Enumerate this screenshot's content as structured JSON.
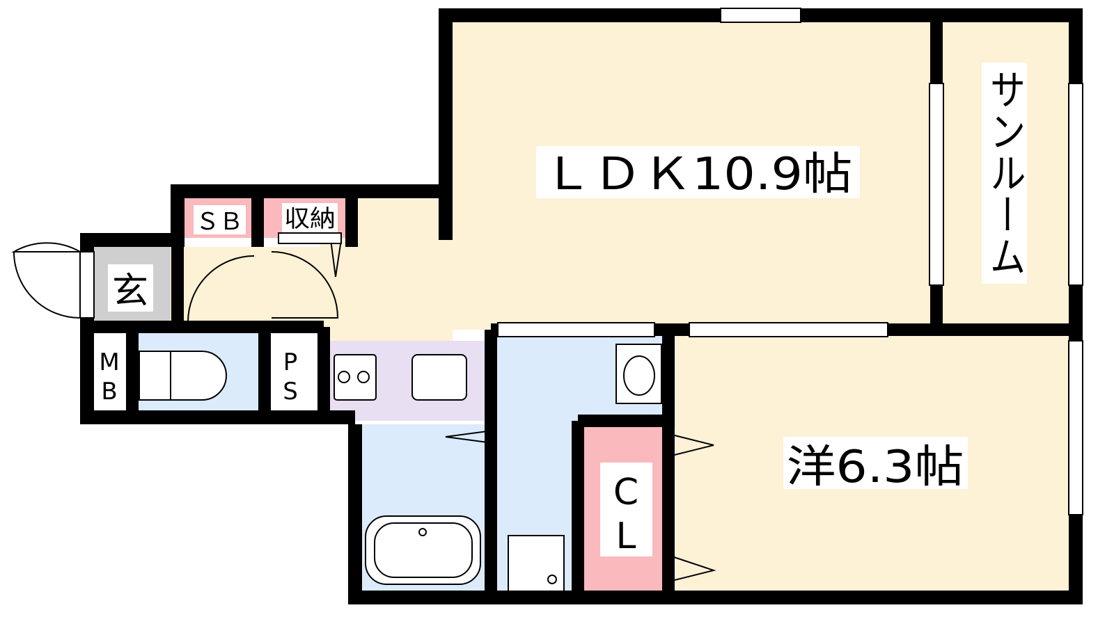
{
  "plan": {
    "rooms": {
      "ldk": "ＬＤＫ10.9帖",
      "sunroom": "サンルーム",
      "western": "洋6.3帖",
      "entrance": "玄",
      "shoe_box": "ＳＢ",
      "storage": "収納",
      "meter_box_1": "M",
      "meter_box_2": "B",
      "pipe_space_1": "P",
      "pipe_space_2": "S",
      "closet_1": "C",
      "closet_2": "L"
    },
    "colors": {
      "living": "#fdf1d6",
      "wet": "#dcebfb",
      "kitchen": "#e8dff3",
      "closet": "#f9b9bd",
      "entrance": "#cfcfcf",
      "wall": "#000000"
    }
  }
}
